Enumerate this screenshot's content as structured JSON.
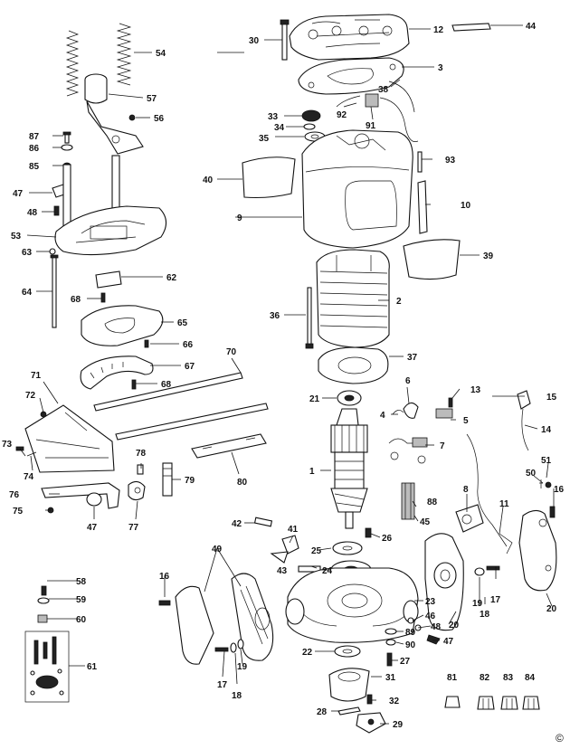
{
  "diagram": {
    "copyright_mark": "©",
    "labels": {
      "p1": "1",
      "p2": "2",
      "p3": "3",
      "p4": "4",
      "p5": "5",
      "p6": "6",
      "p7": "7",
      "p8": "8",
      "p9": "9",
      "p10": "10",
      "p11": "11",
      "p12": "12",
      "p13": "13",
      "p14": "14",
      "p15": "15",
      "p16a": "16",
      "p16b": "16",
      "p17a": "17",
      "p17b": "17",
      "p18a": "18",
      "p18b": "18",
      "p19a": "19",
      "p19b": "19",
      "p20a": "20",
      "p20b": "20",
      "p21": "21",
      "p22": "22",
      "p23": "23",
      "p24": "24",
      "p25": "25",
      "p26": "26",
      "p27": "27",
      "p28": "28",
      "p29": "29",
      "p30": "30",
      "p31": "31",
      "p32": "32",
      "p33": "33",
      "p34": "34",
      "p35": "35",
      "p36": "36",
      "p37": "37",
      "p38": "38",
      "p39": "39",
      "p40": "40",
      "p41": "41",
      "p42": "42",
      "p43": "43",
      "p44": "44",
      "p45": "45",
      "p46": "46",
      "p47a": "47",
      "p47b": "47",
      "p47c": "47",
      "p48a": "48",
      "p48b": "48",
      "p49": "49",
      "p50": "50",
      "p51": "51",
      "p53": "53",
      "p54": "54",
      "p56": "56",
      "p57": "57",
      "p58": "58",
      "p59": "59",
      "p60": "60",
      "p61": "61",
      "p62": "62",
      "p63": "63",
      "p64": "64",
      "p65": "65",
      "p66": "66",
      "p67": "67",
      "p68a": "68",
      "p68b": "68",
      "p70": "70",
      "p71": "71",
      "p72": "72",
      "p73": "73",
      "p74": "74",
      "p75": "75",
      "p76": "76",
      "p77": "77",
      "p78": "78",
      "p79": "79",
      "p80": "80",
      "p81": "81",
      "p82": "82",
      "p83": "83",
      "p84": "84",
      "p85": "85",
      "p86": "86",
      "p87": "87",
      "p88": "88",
      "p89": "89",
      "p90": "90",
      "p91": "91",
      "p92": "92",
      "p93": "93"
    }
  }
}
